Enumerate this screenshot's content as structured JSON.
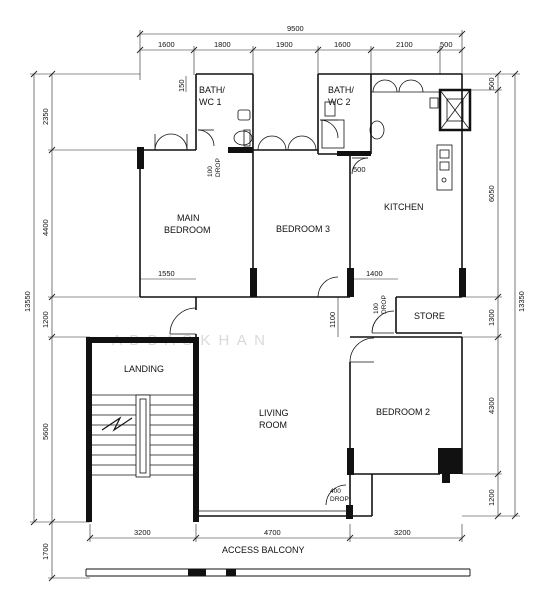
{
  "watermark": "A B B A S   K H A N",
  "rooms": {
    "bath1_l1": "BATH/",
    "bath1_l2": "WC  1",
    "bath2_l1": "BATH/",
    "bath2_l2": "WC  2",
    "main_bed_l1": "MAIN",
    "main_bed_l2": "BEDROOM",
    "bedroom3": "BEDROOM  3",
    "kitchen": "KITCHEN",
    "store": "STORE",
    "landing": "LANDING",
    "living_l1": "LIVING",
    "living_l2": "ROOM",
    "bedroom2": "BEDROOM  2",
    "access_balcony": "ACCESS     BALCONY"
  },
  "drops": {
    "drop1_num": "100",
    "drop1_label": "DROP",
    "drop2_num": "100",
    "drop2_label": "DROP",
    "drop3_num": "400",
    "drop3_label": "DROP"
  },
  "dims": {
    "top_total": "9500",
    "top": [
      "1600",
      "1800",
      "1900",
      "1600",
      "2100",
      "500"
    ],
    "left_outer": "13550",
    "left_inner": [
      "2350",
      "4400",
      "1200",
      "5600"
    ],
    "left_bottom": "1700",
    "right_outer": "13350",
    "right_inner": [
      "500",
      "6050",
      "1300",
      "4300",
      "1200"
    ],
    "bottom": [
      "3200",
      "4700",
      "3200"
    ],
    "inner": {
      "d150": "150",
      "d500": "500",
      "d1550": "1550",
      "d1400": "1400",
      "d1100": "1100"
    }
  }
}
